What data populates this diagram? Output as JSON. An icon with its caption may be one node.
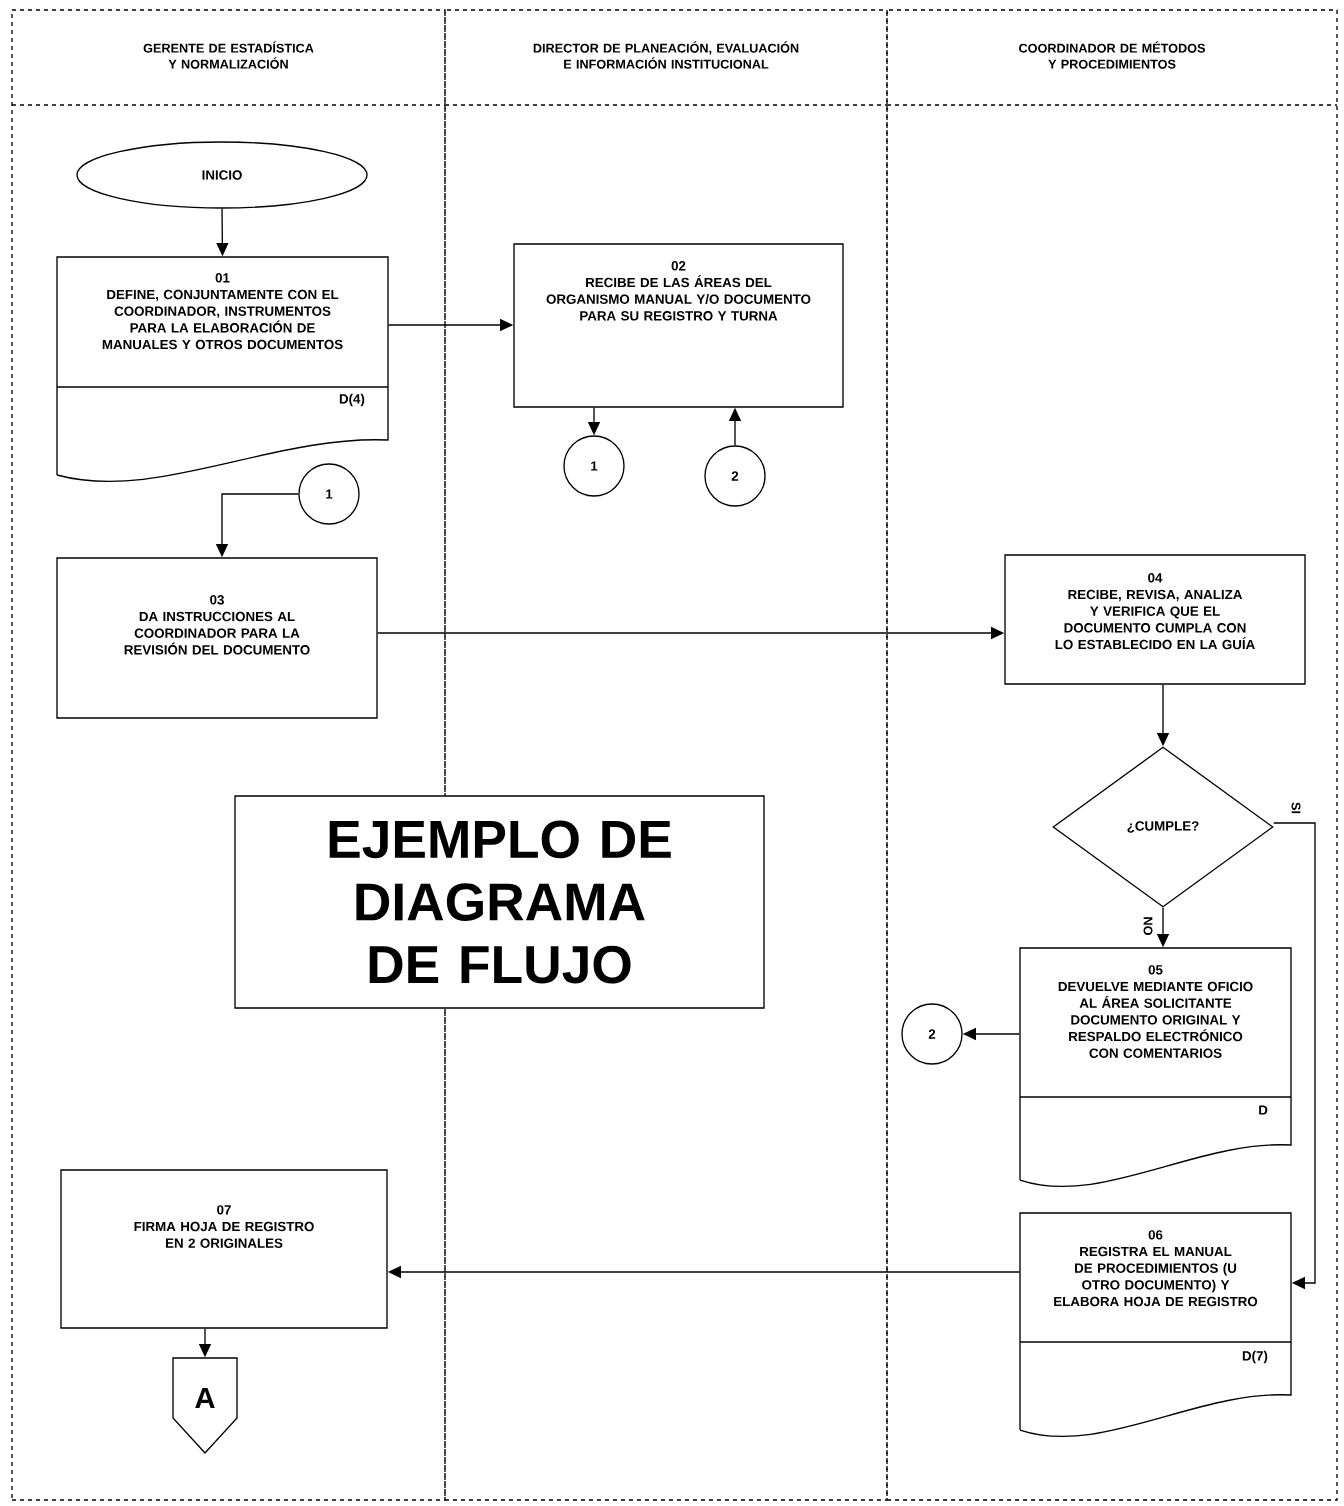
{
  "diagram": {
    "nodes": [
      {
        "text": [
          "GERENTE DE ESTADÍSTICA Y NORMALIZACIÓN"
        ]
      },
      {
        "text": [
          "DIRECTOR DE PLANEACIÓN, EVALUACIÓN E INFORMACIÓN INSTITUCIONAL"
        ]
      },
      {
        "text": [
          "COORDINADOR DE MÉTODOS Y PROCEDIMIENTOS"
        ]
      },
      {
        "text": [
          "INICIO"
        ],
        "in": 0
      },
      {
        "text": [
          "01",
          "DEFINE, CONJUNTAMENTE CON EL COORDINADOR, INSTRUMENTOS PARA LA ELABORACIÓN DE MANUALES Y OTROS DOCUMENTOS",
          "D(4)"
        ],
        "in": 0
      },
      {
        "text": [
          "02",
          "RECIBE DE LAS ÁREAS DEL ORGANISMO MANUAL Y/O DOCUMENTO PARA SU REGISTRO Y TURNA"
        ],
        "in": 1
      },
      {
        "text": [
          "1"
        ],
        "in": 1
      },
      {
        "text": [
          "2"
        ],
        "in": 1
      },
      {
        "text": [
          "1"
        ],
        "in": 0
      },
      {
        "text": [
          "03",
          "DA INSTRUCCIONES AL COORDINADOR PARA LA REVISIÓN DEL DOCUMENTO"
        ],
        "in": 0
      },
      {
        "text": [
          "04",
          "RECIBE, REVISA, ANALIZA Y VERIFICA QUE EL DOCUMENTO CUMPLA CON LO ESTABLECIDO EN LA GUÍA"
        ],
        "in": 2
      },
      {
        "text": [
          "¿CUMPLE?"
        ],
        "in": 2
      },
      {
        "text": [
          "05",
          "DEVUELVE MEDIANTE OFICIO AL ÁREA SOLICITANTE DOCUMENTO ORIGINAL Y RESPALDO ELECTRÓNICO CON COMENTARIOS",
          "D"
        ],
        "in": 2
      },
      {
        "text": [
          "2"
        ],
        "in": 2
      },
      {
        "text": [
          "06",
          "REGISTRA EL MANUAL DE PROCEDIMIENTOS (U OTRO DOCUMENTO) Y ELABORA HOJA DE REGISTRO",
          "D(7)"
        ],
        "in": 2
      },
      {
        "text": [
          "07",
          "FIRMA HOJA DE REGISTRO EN 2 ORIGINALES"
        ],
        "in": 0
      },
      {
        "text": [
          "A"
        ],
        "in": 0
      },
      {
        "text": [
          "EJEMPLO DE DIAGRAMA DE FLUJO"
        ]
      }
    ],
    "edges": [
      {
        "from": 3,
        "to": 4,
        "arrow": "to"
      },
      {
        "from": 4,
        "to": 5,
        "arrow": "to"
      },
      {
        "from": 5,
        "to": 6,
        "arrow": "to"
      },
      {
        "from": 7,
        "to": 5,
        "arrow": "to"
      },
      {
        "from": 8,
        "to": 9,
        "arrow": "to"
      },
      {
        "from": 9,
        "to": 10,
        "arrow": "to"
      },
      {
        "from": 10,
        "to": 11,
        "arrow": "to"
      },
      {
        "from": 11,
        "to": 12,
        "arrow": "to",
        "label": "NO"
      },
      {
        "from": 11,
        "to": 14,
        "arrow": "to",
        "label": "SI"
      },
      {
        "from": 12,
        "to": 13,
        "arrow": "to"
      },
      {
        "from": 14,
        "to": 15,
        "arrow": "to"
      },
      {
        "from": 15,
        "to": 16,
        "arrow": "to"
      }
    ]
  }
}
